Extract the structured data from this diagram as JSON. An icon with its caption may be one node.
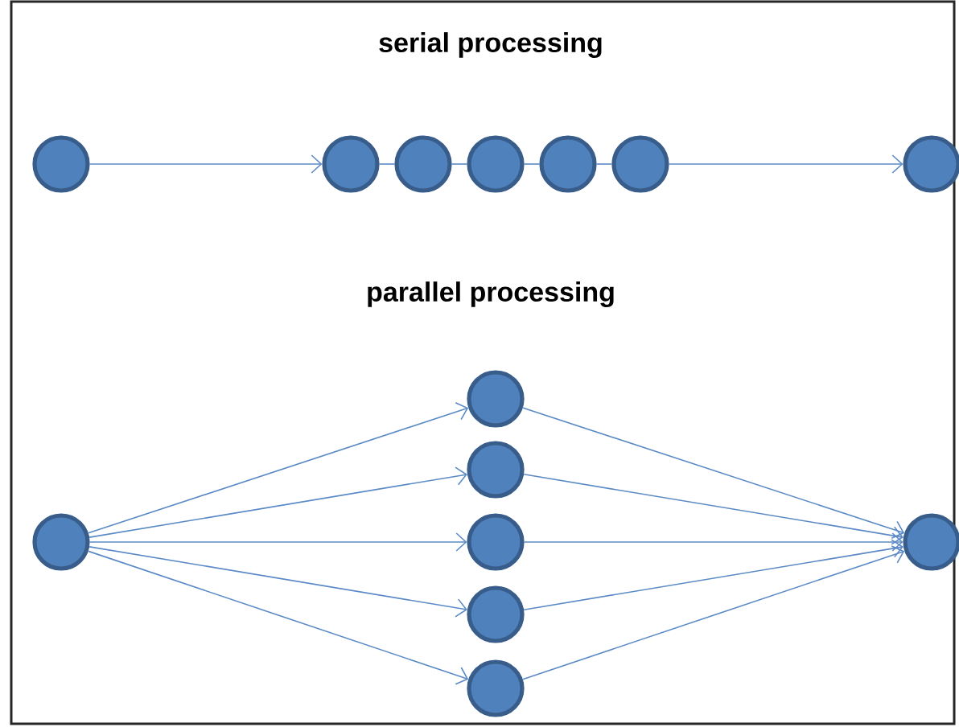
{
  "diagram": {
    "title": "serial processing",
    "nodes": [
      {
        "text": [],
        "shape": "circle"
      },
      {
        "text": [],
        "shape": "circle"
      },
      {
        "text": [],
        "shape": "circle"
      },
      {
        "text": [],
        "shape": "circle"
      },
      {
        "text": [],
        "shape": "circle"
      },
      {
        "text": [],
        "shape": "circle"
      },
      {
        "text": [],
        "shape": "circle"
      },
      {
        "text": [],
        "shape": "circle"
      },
      {
        "text": [],
        "shape": "circle"
      },
      {
        "text": [],
        "shape": "circle"
      },
      {
        "text": [],
        "shape": "circle"
      },
      {
        "text": [],
        "shape": "circle"
      },
      {
        "text": [],
        "shape": "circle"
      },
      {
        "text": [],
        "shape": "circle"
      }
    ],
    "edges": [
      {
        "from": 0,
        "to": 1,
        "arrow": "to"
      },
      {
        "from": 1,
        "to": 2,
        "arrow": "none"
      },
      {
        "from": 2,
        "to": 3,
        "arrow": "none"
      },
      {
        "from": 3,
        "to": 4,
        "arrow": "none"
      },
      {
        "from": 4,
        "to": 5,
        "arrow": "none"
      },
      {
        "from": 5,
        "to": 6,
        "arrow": "to"
      },
      {
        "from": 7,
        "to": 8,
        "arrow": "to"
      },
      {
        "from": 7,
        "to": 9,
        "arrow": "to"
      },
      {
        "from": 7,
        "to": 10,
        "arrow": "to"
      },
      {
        "from": 7,
        "to": 11,
        "arrow": "to"
      },
      {
        "from": 7,
        "to": 12,
        "arrow": "to"
      },
      {
        "from": 8,
        "to": 13,
        "arrow": "to"
      },
      {
        "from": 9,
        "to": 13,
        "arrow": "to"
      },
      {
        "from": 10,
        "to": 13,
        "arrow": "to"
      },
      {
        "from": 11,
        "to": 13,
        "arrow": "to"
      },
      {
        "from": 12,
        "to": 13,
        "arrow": "to"
      }
    ],
    "labels": [
      "parallel processing"
    ]
  }
}
